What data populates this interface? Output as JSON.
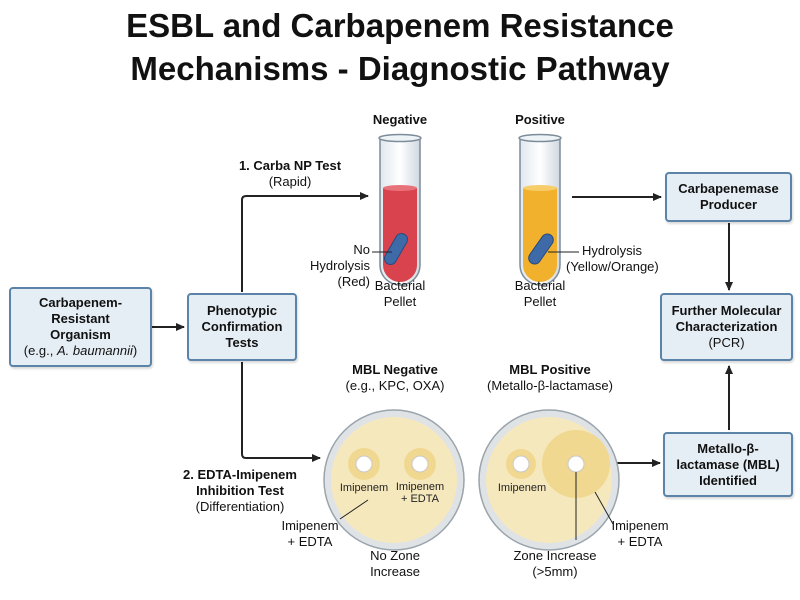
{
  "title": {
    "line1": "ESBL and Carbapenem Resistance",
    "line2": "Mechanisms - Diagnostic Pathway"
  },
  "boxes": {
    "organism": {
      "line1": "Carbapenem-",
      "line2": "Resistant",
      "line3": "Organism",
      "line4_prefix": "(e.g., ",
      "line4_italic": "A. baumannii",
      "line4_suffix": ")"
    },
    "phenotypic": {
      "line1": "Phenotypic",
      "line2": "Confirmation",
      "line3": "Tests"
    },
    "carbapenemase": {
      "line1": "Carbapenemase",
      "line2": "Producer"
    },
    "molecular": {
      "line1": "Further Molecular",
      "line2": "Characterization",
      "line3": "(PCR)"
    },
    "mbl": {
      "line1": "Metallo-β-",
      "line2": "lactamase (MBL)",
      "line3": "Identified"
    }
  },
  "carba_np": {
    "test_name": "1. Carba NP Test",
    "test_note": "(Rapid)",
    "negative_header": "Negative",
    "positive_header": "Positive",
    "neg_result_line1": "No",
    "neg_result_line2": "Hydrolysis",
    "neg_result_line3": "(Red)",
    "pos_result_line1": "Hydrolysis",
    "pos_result_line2": "(Yellow/Orange)",
    "pellet_line1": "Bacterial",
    "pellet_line2": "Pellet",
    "colors": {
      "negative": "#d9434e",
      "positive": "#f2b12c",
      "pellet": "#3f6aa8"
    }
  },
  "edta": {
    "test_line1": "2. EDTA-Imipenem",
    "test_line2": "Inhibition Test",
    "test_note": "(Differentiation)",
    "mbl_negative_header": "MBL Negative",
    "mbl_negative_note": "(e.g., KPC, OXA)",
    "mbl_positive_header": "MBL Positive",
    "mbl_positive_note": "(Metallo-β-lactamase)",
    "disc_imipenem": "Imipenem",
    "disc_edta_line1": "Imipenem",
    "disc_edta_line2": "+ EDTA",
    "neg_callout_line1": "Imipenem",
    "neg_callout_line2": "+ EDTA",
    "neg_result_line1": "No Zone",
    "neg_result_line2": "Increase",
    "pos_callout_line1": "Imipenem",
    "pos_callout_line2": "+ EDTA",
    "pos_result_line1": "Zone Increase",
    "pos_result_line2": "(>5mm)",
    "colors": {
      "agar": "#f6e8bd",
      "zone": "#f1d890",
      "rim": "#b9c2c8"
    }
  }
}
